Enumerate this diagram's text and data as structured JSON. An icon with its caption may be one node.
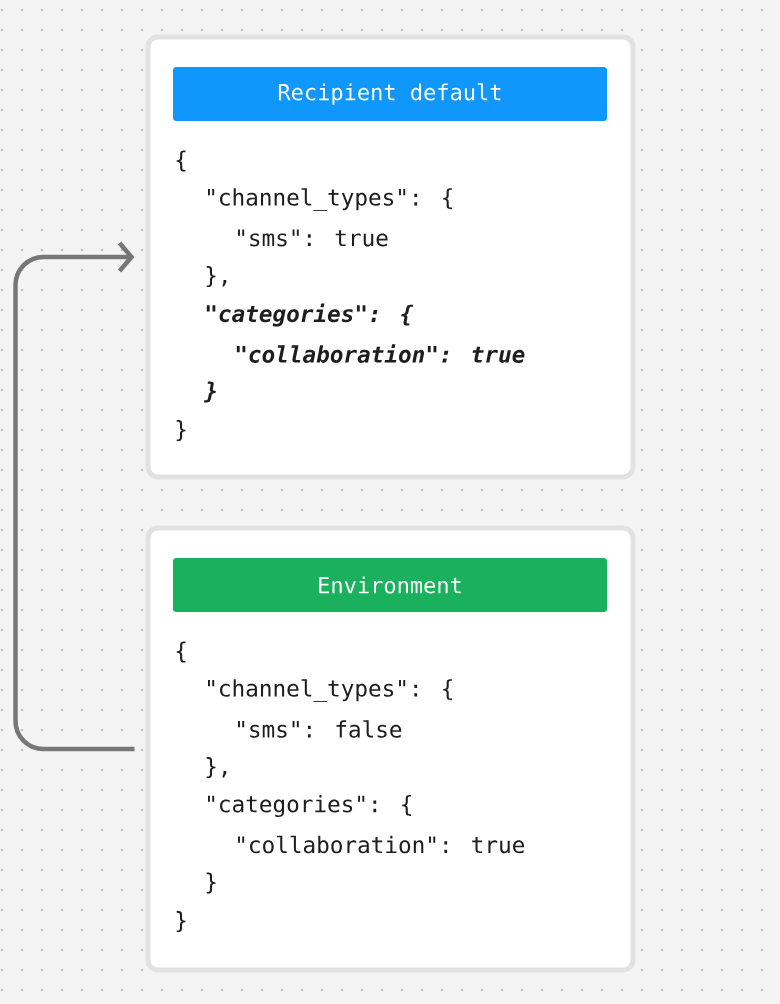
{
  "diagram": {
    "nodes": [
      {
        "text": [
          "{",
          "\"channel_types\": {",
          "\"sms\": true",
          "},",
          "\"categories\": {",
          "\"collaboration\": true",
          "}",
          "}"
        ]
      },
      {
        "text": [
          "Recipient default"
        ],
        "in": 0
      },
      {
        "text": [
          "{",
          "\"channel_types\": {",
          "\"sms\": false",
          "},",
          "\"categories\": {",
          "\"collaboration\": true",
          "}",
          "}"
        ]
      },
      {
        "text": [
          "Environment"
        ],
        "in": 2
      }
    ],
    "edges": [
      {
        "from": 2,
        "to": 0,
        "arrow": "to"
      }
    ]
  }
}
